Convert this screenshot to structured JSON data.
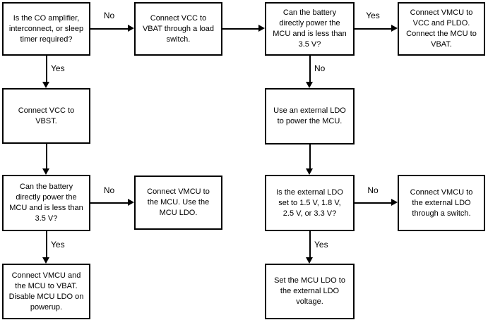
{
  "flowchart": {
    "colors": {
      "background": "#ffffff",
      "border": "#000000",
      "line": "#000000",
      "text": "#000000"
    },
    "nodes": [
      {
        "id": "q-co-amplifier",
        "type": "decision",
        "text": "Is the CO amplifier,\ninterconnect, or sleep\ntimer required?"
      },
      {
        "id": "connect-vcc-vbat",
        "type": "process",
        "text": "Connect VCC to\nVBAT through a load\nswitch."
      },
      {
        "id": "q-battery-power-top",
        "type": "decision",
        "text": "Can the battery\ndirectly power the\nMCU and is less than\n3.5 V?"
      },
      {
        "id": "connect-vmcu-vcc-pldo",
        "type": "process",
        "text": "Connect VMCU to\nVCC and PLDO.\nConnect the MCU to\nVBAT."
      },
      {
        "id": "connect-vcc-vbst",
        "type": "process",
        "text": "Connect VCC to\nVBST."
      },
      {
        "id": "use-external-ldo",
        "type": "process",
        "text": "Use an external LDO\nto power the MCU."
      },
      {
        "id": "q-battery-power-left",
        "type": "decision",
        "text": "Can the battery\ndirectly power the\nMCU and is less than\n3.5 V?"
      },
      {
        "id": "connect-vmcu-mcu-ldo",
        "type": "process",
        "text": "Connect VMCU to\nthe MCU. Use the\nMCU LDO."
      },
      {
        "id": "q-external-ldo-voltage",
        "type": "decision",
        "text": "Is the external LDO\nset to 1.5 V, 1.8 V,\n2.5 V, or 3.3 V?"
      },
      {
        "id": "connect-vmcu-ldo-switch",
        "type": "process",
        "text": "Connect VMCU to\nthe external LDO\nthrough a switch."
      },
      {
        "id": "connect-vmcu-vbat",
        "type": "process",
        "text": "Connect VMCU and\nthe MCU to VBAT.\nDisable MCU LDO on\npowerup."
      },
      {
        "id": "set-mcu-ldo",
        "type": "process",
        "text": "Set the MCU LDO to\nthe external LDO\nvoltage."
      }
    ],
    "edges": [
      {
        "from": "q-co-amplifier",
        "to": "connect-vcc-vbat",
        "label": "No"
      },
      {
        "from": "connect-vcc-vbat",
        "to": "q-battery-power-top",
        "label": ""
      },
      {
        "from": "q-battery-power-top",
        "to": "connect-vmcu-vcc-pldo",
        "label": "Yes"
      },
      {
        "from": "q-co-amplifier",
        "to": "connect-vcc-vbst",
        "label": "Yes"
      },
      {
        "from": "q-battery-power-top",
        "to": "use-external-ldo",
        "label": "No"
      },
      {
        "from": "connect-vcc-vbst",
        "to": "q-battery-power-left",
        "label": ""
      },
      {
        "from": "use-external-ldo",
        "to": "q-external-ldo-voltage",
        "label": ""
      },
      {
        "from": "q-battery-power-left",
        "to": "connect-vmcu-mcu-ldo",
        "label": "No"
      },
      {
        "from": "q-external-ldo-voltage",
        "to": "connect-vmcu-ldo-switch",
        "label": "No"
      },
      {
        "from": "q-battery-power-left",
        "to": "connect-vmcu-vbat",
        "label": "Yes"
      },
      {
        "from": "q-external-ldo-voltage",
        "to": "set-mcu-ldo",
        "label": "Yes"
      }
    ]
  }
}
